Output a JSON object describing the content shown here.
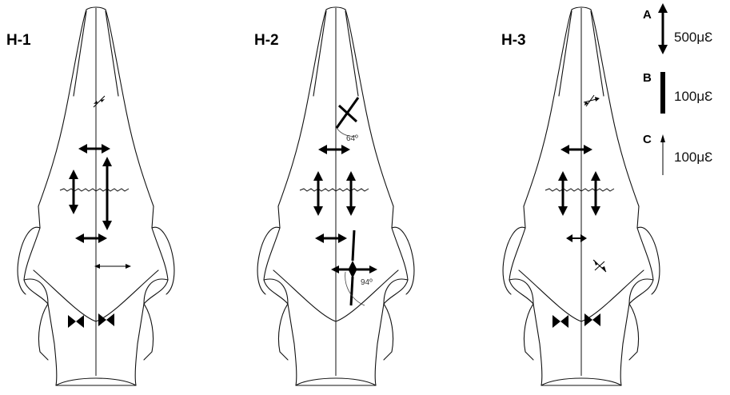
{
  "panels": [
    {
      "label": "H-1"
    },
    {
      "label": "H-2",
      "angles": [
        "64º",
        "94º"
      ]
    },
    {
      "label": "H-3"
    }
  ],
  "legend": [
    {
      "letter": "A",
      "value": "500μƐ",
      "style": "bold double arrow"
    },
    {
      "letter": "B",
      "value": "100μƐ",
      "style": "thick bar"
    },
    {
      "letter": "C",
      "value": "100μƐ",
      "style": "thin arrow"
    }
  ]
}
